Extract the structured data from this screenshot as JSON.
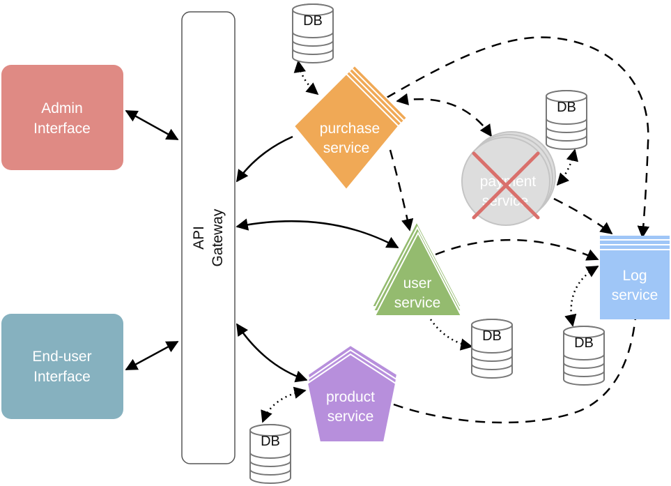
{
  "admin": {
    "line1": "Admin",
    "line2": "Interface"
  },
  "enduser": {
    "line1": "End-user",
    "line2": "Interface"
  },
  "gateway": {
    "line1": "API",
    "line2": "Gateway"
  },
  "purchase": {
    "line1": "purchase",
    "line2": "service"
  },
  "payment": {
    "line1": "payment",
    "line2": "service",
    "status": "failed"
  },
  "user": {
    "line1": "user",
    "line2": "service"
  },
  "product": {
    "line1": "product",
    "line2": "service"
  },
  "log": {
    "line1": "Log",
    "line2": "service"
  },
  "db": {
    "label": "DB",
    "purchase": "DB",
    "payment": "DB",
    "user": "DB",
    "log": "DB",
    "product": "DB"
  },
  "colors": {
    "admin": "#df8a84",
    "enduser": "#86b1bf",
    "purchase": "#f0a956",
    "payment": "#dddddd",
    "user": "#94bb6f",
    "product": "#b78fdc",
    "log": "#9fc6f7",
    "cross": "#d9706c"
  }
}
